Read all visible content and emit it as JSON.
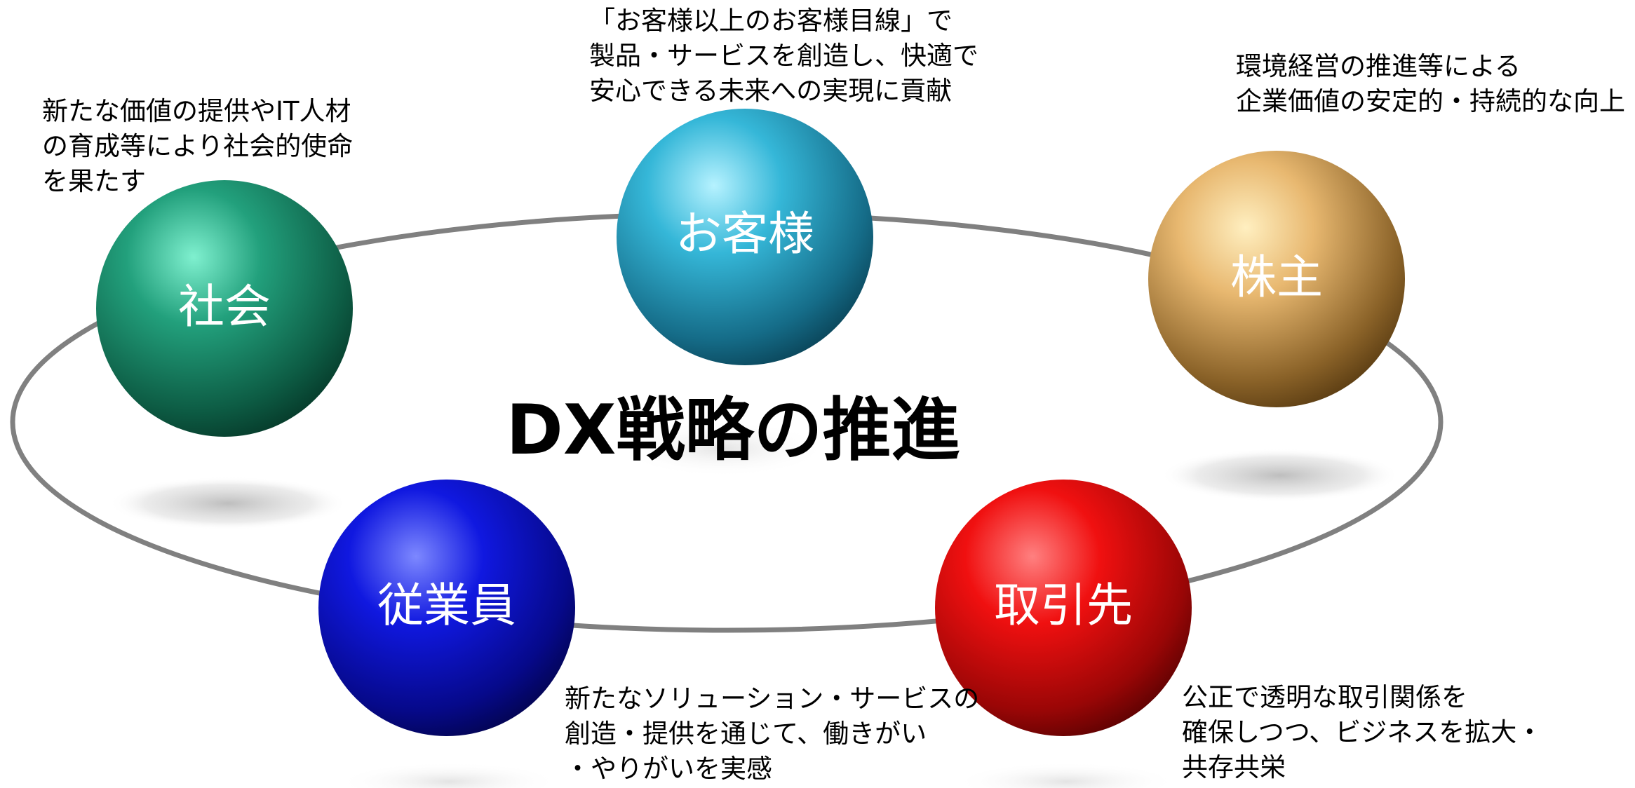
{
  "title": "DX戦略の推進",
  "stakeholders": {
    "society": {
      "label": "社会",
      "description": [
        "新たな価値の提供やIT人材",
        "の育成等により社会的使命",
        "を果たす"
      ]
    },
    "customers": {
      "label": "お客様",
      "description": [
        "「お客様以上のお客様目線」で",
        "製品・サービスを創造し、快適で",
        "安心できる未来への実現に貢献"
      ]
    },
    "shareholders": {
      "label": "株主",
      "description": [
        "環境経営の推進等による",
        "企業価値の安定的・持続的な向上"
      ]
    },
    "employees": {
      "label": "従業員",
      "description": [
        "新たなソリューション・サービスの",
        "創造・提供を通じて、働きがい",
        "・やりがいを実感"
      ]
    },
    "partners": {
      "label": "取引先",
      "description": [
        "公正で透明な取引関係を",
        "確保しつつ、ビジネスを拡大・",
        "共存共栄"
      ]
    }
  },
  "colors": {
    "society": "#1a8a6a",
    "customers": "#2aa8c8",
    "shareholders": "#d4a460",
    "employees": "#0a10d0",
    "partners": "#e00a0a",
    "ring": "#808080"
  }
}
